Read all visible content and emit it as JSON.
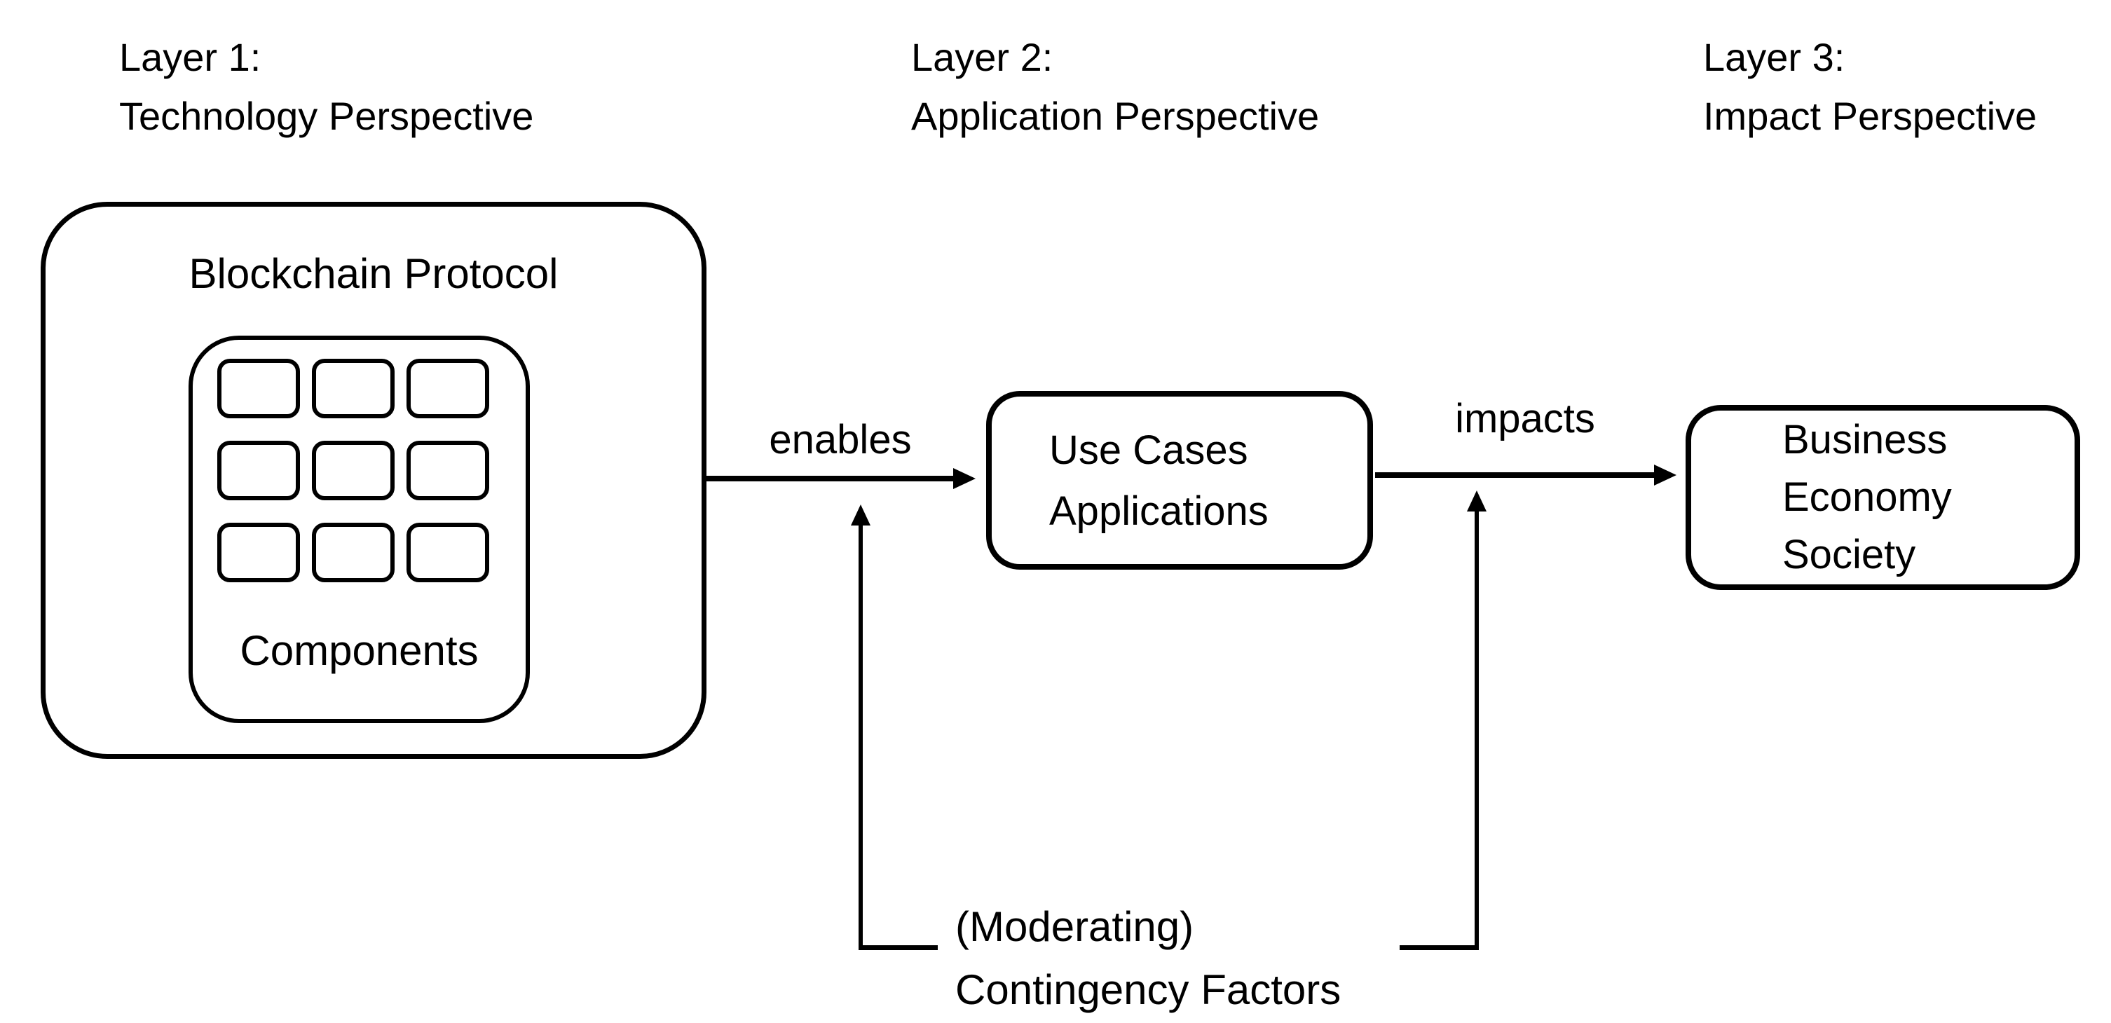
{
  "headers": [
    {
      "line1": "Layer 1:",
      "line2": "Technology Perspective"
    },
    {
      "line1": "Layer 2:",
      "line2": "Application Perspective"
    },
    {
      "line1": "Layer 3:",
      "line2": "Impact Perspective"
    }
  ],
  "layer1": {
    "title": "Blockchain Protocol",
    "components_label": "Components",
    "grid": {
      "rows": 3,
      "cols": 3
    }
  },
  "layer2": {
    "lines": [
      "Use Cases",
      "Applications"
    ]
  },
  "layer3": {
    "lines": [
      "Business",
      "Economy",
      "Society"
    ]
  },
  "edges": {
    "enables_label": "enables",
    "impacts_label": "impacts",
    "moderator_line1": "(Moderating)",
    "moderator_line2": "Contingency Factors"
  },
  "colors": {
    "ink": "#000000",
    "background": "#ffffff"
  }
}
